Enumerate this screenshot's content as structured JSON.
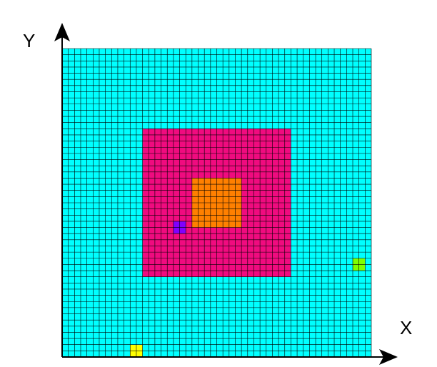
{
  "axes": {
    "x_label": "X",
    "y_label": "Y"
  },
  "grid": {
    "columns": 50,
    "rows": 50,
    "line_color": "#000000"
  },
  "colors": {
    "background_grid": "#00FFFF",
    "outer_square": "#F00B7F",
    "inner_square": "#FF8000",
    "purple_cell": "#8000FF",
    "green_cell": "#80FF00",
    "yellow_cell": "#FFFF00",
    "axis": "#000000"
  },
  "regions": [
    {
      "name": "outer-square",
      "color_key": "outer_square",
      "col_start": 13,
      "row_start": 13,
      "cols": 24,
      "rows": 24
    },
    {
      "name": "inner-square",
      "color_key": "inner_square",
      "col_start": 21,
      "row_start": 21,
      "cols": 8,
      "rows": 8
    },
    {
      "name": "purple-cell",
      "color_key": "purple_cell",
      "col_start": 18,
      "row_start": 28,
      "cols": 2,
      "rows": 2
    },
    {
      "name": "green-cell",
      "color_key": "green_cell",
      "col_start": 47,
      "row_start": 34,
      "cols": 2,
      "rows": 2
    },
    {
      "name": "yellow-cell",
      "color_key": "yellow_cell",
      "col_start": 11,
      "row_start": 48,
      "cols": 2,
      "rows": 2
    }
  ]
}
